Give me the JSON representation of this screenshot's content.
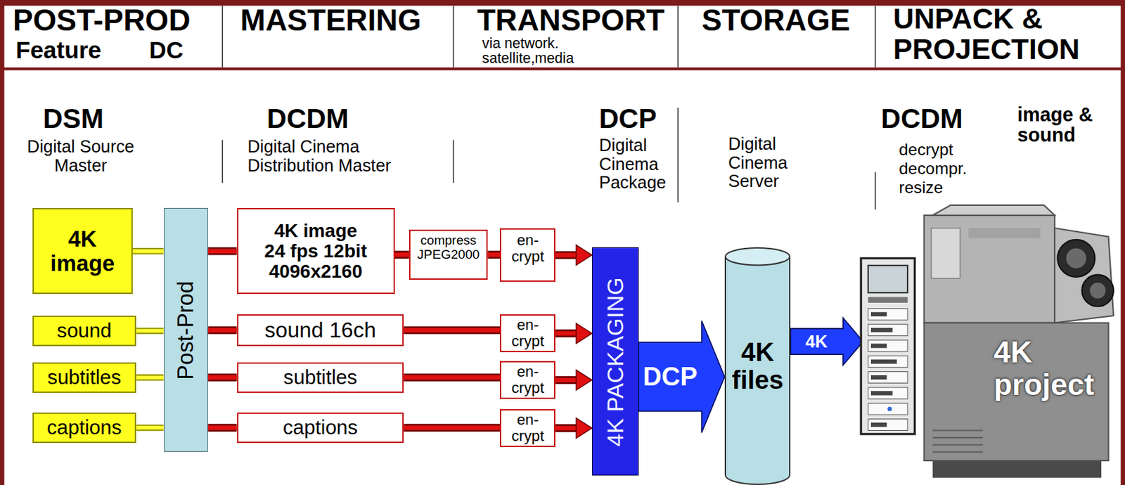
{
  "diagram": {
    "nodes": [
      {
        "text": [
          "4K image"
        ]
      },
      {
        "text": [
          "sound"
        ]
      },
      {
        "text": [
          "subtitles"
        ]
      },
      {
        "text": [
          "captions"
        ]
      },
      {
        "text": [
          "Post-Prod"
        ]
      },
      {
        "text": [
          "4K image 24 fps 12bit 4096x2160"
        ]
      },
      {
        "text": [
          "compress JPEG2000"
        ]
      },
      {
        "text": [
          "en-crypt"
        ]
      },
      {
        "text": [
          "sound 16ch"
        ]
      },
      {
        "text": [
          "en-crypt"
        ]
      },
      {
        "text": [
          "subtitles"
        ]
      },
      {
        "text": [
          "en-crypt"
        ]
      },
      {
        "text": [
          "captions"
        ]
      },
      {
        "text": [
          "en-crypt"
        ]
      },
      {
        "text": [
          "4K PACKAGING"
        ]
      },
      {
        "text": [
          "4K files"
        ]
      }
    ],
    "edges": [
      {
        "from": 0,
        "to": 4,
        "arrow": "none"
      },
      {
        "from": 1,
        "to": 4,
        "arrow": "none"
      },
      {
        "from": 2,
        "to": 4,
        "arrow": "none"
      },
      {
        "from": 3,
        "to": 4,
        "arrow": "none"
      },
      {
        "from": 4,
        "to": 5,
        "arrow": "none"
      },
      {
        "from": 4,
        "to": 8,
        "arrow": "none"
      },
      {
        "from": 4,
        "to": 10,
        "arrow": "none"
      },
      {
        "from": 4,
        "to": 12,
        "arrow": "none"
      },
      {
        "from": 5,
        "to": 6,
        "arrow": "none"
      },
      {
        "from": 6,
        "to": 7,
        "arrow": "none"
      },
      {
        "from": 7,
        "to": 14,
        "arrow": "to"
      },
      {
        "from": 8,
        "to": 9,
        "arrow": "none"
      },
      {
        "from": 9,
        "to": 14,
        "arrow": "to"
      },
      {
        "from": 10,
        "to": 11,
        "arrow": "none"
      },
      {
        "from": 11,
        "to": 14,
        "arrow": "to"
      },
      {
        "from": 12,
        "to": 13,
        "arrow": "none"
      },
      {
        "from": 13,
        "to": 14,
        "arrow": "to"
      },
      {
        "from": 14,
        "to": 15,
        "label": "DCP",
        "arrow": "to"
      }
    ],
    "labels": [
      "POST-PROD",
      "Feature",
      "DC",
      "MASTERING",
      "TRANSPORT",
      "via network. satellite,media",
      "STORAGE",
      "UNPACK & PROJECTION",
      "DSM",
      "Digital Source Master",
      "DCDM",
      "Digital Cinema Distribution Master",
      "DCP",
      "Digital Cinema Package",
      "Digital Cinema Server",
      "DCDM",
      "decrypt decompr. resize",
      "image & sound",
      "4K",
      "4K project"
    ]
  }
}
